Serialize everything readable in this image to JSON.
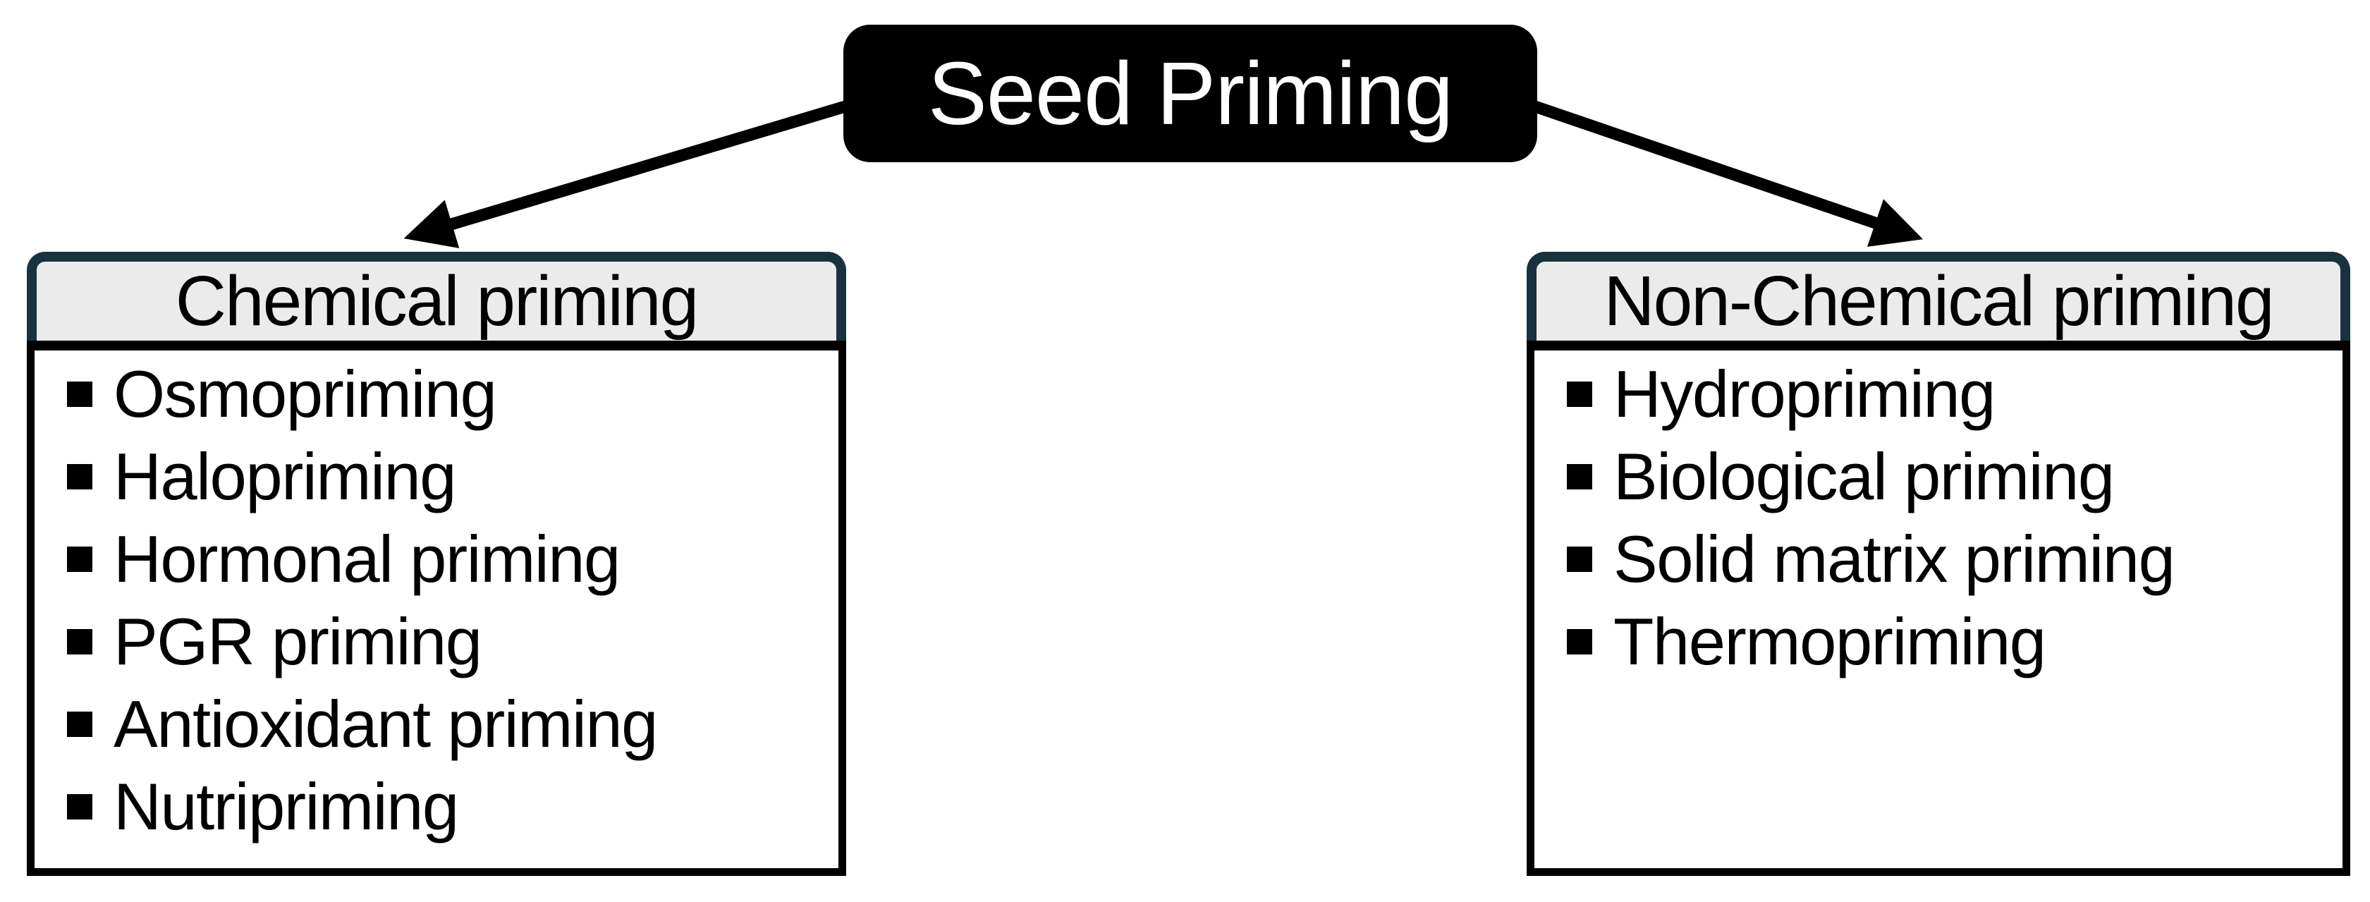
{
  "diagram": {
    "root_label": "Seed Priming",
    "branches": [
      {
        "title": "Chemical priming",
        "items": [
          "Osmopriming",
          "Halopriming",
          "Hormonal priming",
          "PGR priming",
          "Antioxidant priming",
          "Nutripriming"
        ]
      },
      {
        "title": "Non-Chemical priming",
        "items": [
          "Hydropriming",
          "Biological priming",
          "Solid matrix priming",
          "Thermopriming"
        ]
      }
    ],
    "colors": {
      "node_bg": "#000000",
      "node_text": "#ffffff",
      "header_bg": "#ebebeb",
      "header_border": "#18333f",
      "body_bg": "#ffffff",
      "line_color": "#000000"
    }
  }
}
